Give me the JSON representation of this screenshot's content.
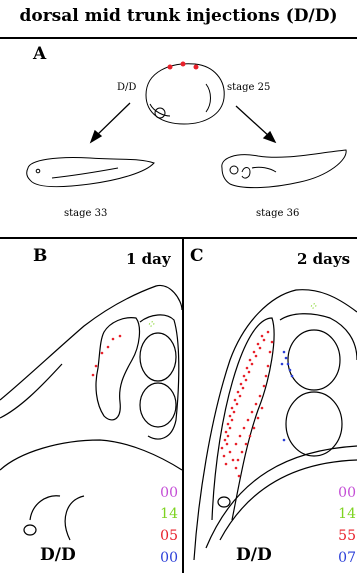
{
  "title": "dorsal mid trunk injections (D/D)",
  "panel_a": {
    "letter": "A",
    "injection_label": "D/D",
    "stage_top": "stage 25",
    "stage_left": "stage 33",
    "stage_right": "stage 36"
  },
  "panel_b": {
    "letter": "B",
    "timepoint": "1 day",
    "genotype": "D/D",
    "counts": [
      {
        "value": "00",
        "color": "#c44dd6"
      },
      {
        "value": "14",
        "color": "#7ed321"
      },
      {
        "value": "05",
        "color": "#e8202a"
      },
      {
        "value": "00",
        "color": "#2b3fd8"
      }
    ]
  },
  "panel_c": {
    "letter": "C",
    "timepoint": "2 days",
    "genotype": "D/D",
    "counts": [
      {
        "value": "00",
        "color": "#c44dd6"
      },
      {
        "value": "14",
        "color": "#7ed321"
      },
      {
        "value": "55",
        "color": "#e8202a"
      },
      {
        "value": "07",
        "color": "#2b3fd8"
      }
    ]
  },
  "colors": {
    "red_cells": "#e8202a",
    "blue_cells": "#2b3fd8",
    "green_label": "#7ed321"
  }
}
